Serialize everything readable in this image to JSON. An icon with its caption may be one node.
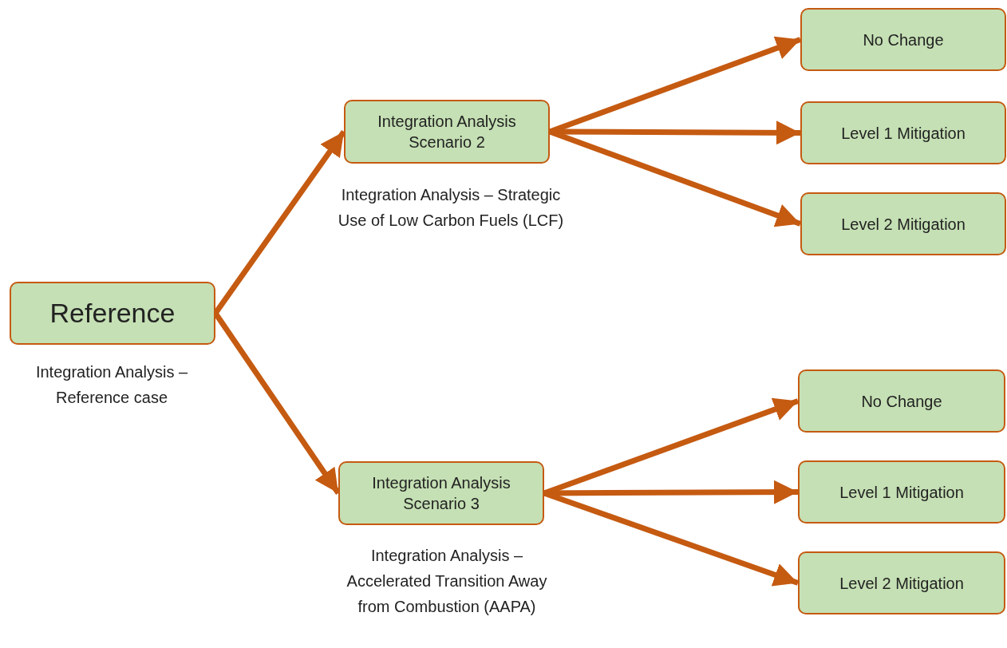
{
  "diagram": {
    "nodes": [
      {
        "text": [
          "Reference"
        ],
        "beside": [
          "Integration Analysis – Reference case"
        ]
      },
      {
        "text": [
          "Integration Analysis Scenario 2"
        ],
        "beside": [
          "Integration Analysis – Strategic Use of Low Carbon Fuels (LCF)"
        ]
      },
      {
        "text": [
          "Integration Analysis Scenario 3"
        ],
        "beside": [
          "Integration Analysis – Accelerated Transition Away from Combustion (AAPA)"
        ]
      },
      {
        "text": [
          "No Change"
        ]
      },
      {
        "text": [
          "Level 1 Mitigation"
        ]
      },
      {
        "text": [
          "Level 2 Mitigation"
        ]
      },
      {
        "text": [
          "No Change"
        ]
      },
      {
        "text": [
          "Level 1 Mitigation"
        ]
      },
      {
        "text": [
          "Level 2 Mitigation"
        ]
      }
    ],
    "edges": [
      {
        "from": 0,
        "to": 1,
        "arrow": "to"
      },
      {
        "from": 0,
        "to": 2,
        "arrow": "to"
      },
      {
        "from": 1,
        "to": 3,
        "arrow": "to"
      },
      {
        "from": 1,
        "to": 4,
        "arrow": "to"
      },
      {
        "from": 1,
        "to": 5,
        "arrow": "to"
      },
      {
        "from": 2,
        "to": 6,
        "arrow": "to"
      },
      {
        "from": 2,
        "to": 7,
        "arrow": "to"
      },
      {
        "from": 2,
        "to": 8,
        "arrow": "to"
      }
    ]
  }
}
